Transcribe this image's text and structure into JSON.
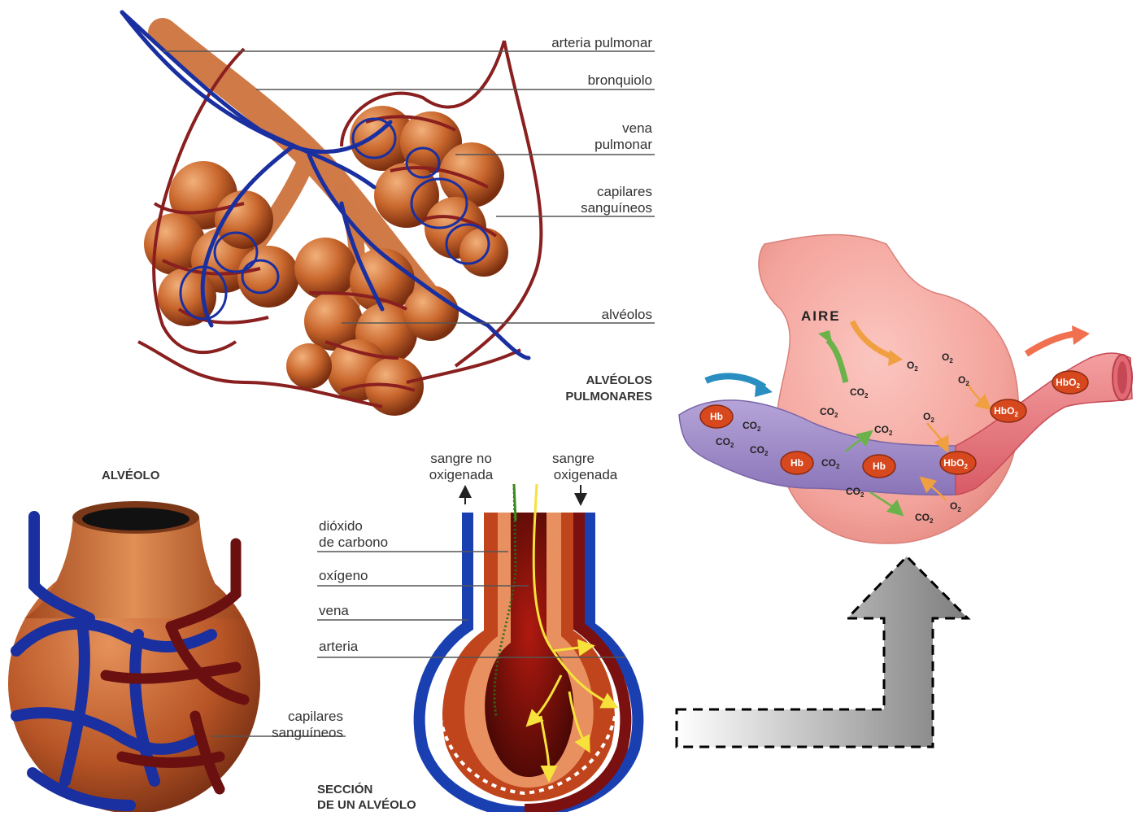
{
  "top_diagram": {
    "labels": {
      "arteria_pulmonar": "arteria pulmonar",
      "bronquiolo": "bronquiolo",
      "vena_1": "vena",
      "vena_2": "pulmonar",
      "capilares_1": "capilares",
      "capilares_2": "sanguíneos",
      "alveolos": "alvéolos"
    },
    "caption_1": "ALVÉOLOS",
    "caption_2": "PULMONARES"
  },
  "alveolo_exterior": {
    "title": "ALVÉOLO",
    "capilares_1": "capilares",
    "capilares_2": "sanguíneos"
  },
  "alveolo_section": {
    "sangre_no_1": "sangre no",
    "sangre_no_2": "oxigenada",
    "sangre_ox_1": "sangre",
    "sangre_ox_2": "oxigenada",
    "dioxido_1": "dióxido",
    "dioxido_2": "de carbono",
    "oxigeno": "oxígeno",
    "vena": "vena",
    "arteria": "arteria",
    "caption_1": "SECCIÓN",
    "caption_2": "DE UN ALVÉOLO"
  },
  "gas_exchange": {
    "aire": "AIRE",
    "co2": "CO",
    "o2": "O",
    "sub2": "2",
    "hb": "Hb",
    "hbo2": "HbO",
    "colors": {
      "alveolus": "#f5a8a2",
      "vein": "#9a86c4",
      "artery": "#e8737a",
      "cell": "#d8481e",
      "arrow_co2": "#6bb24a",
      "arrow_o2": "#f0a040"
    }
  }
}
